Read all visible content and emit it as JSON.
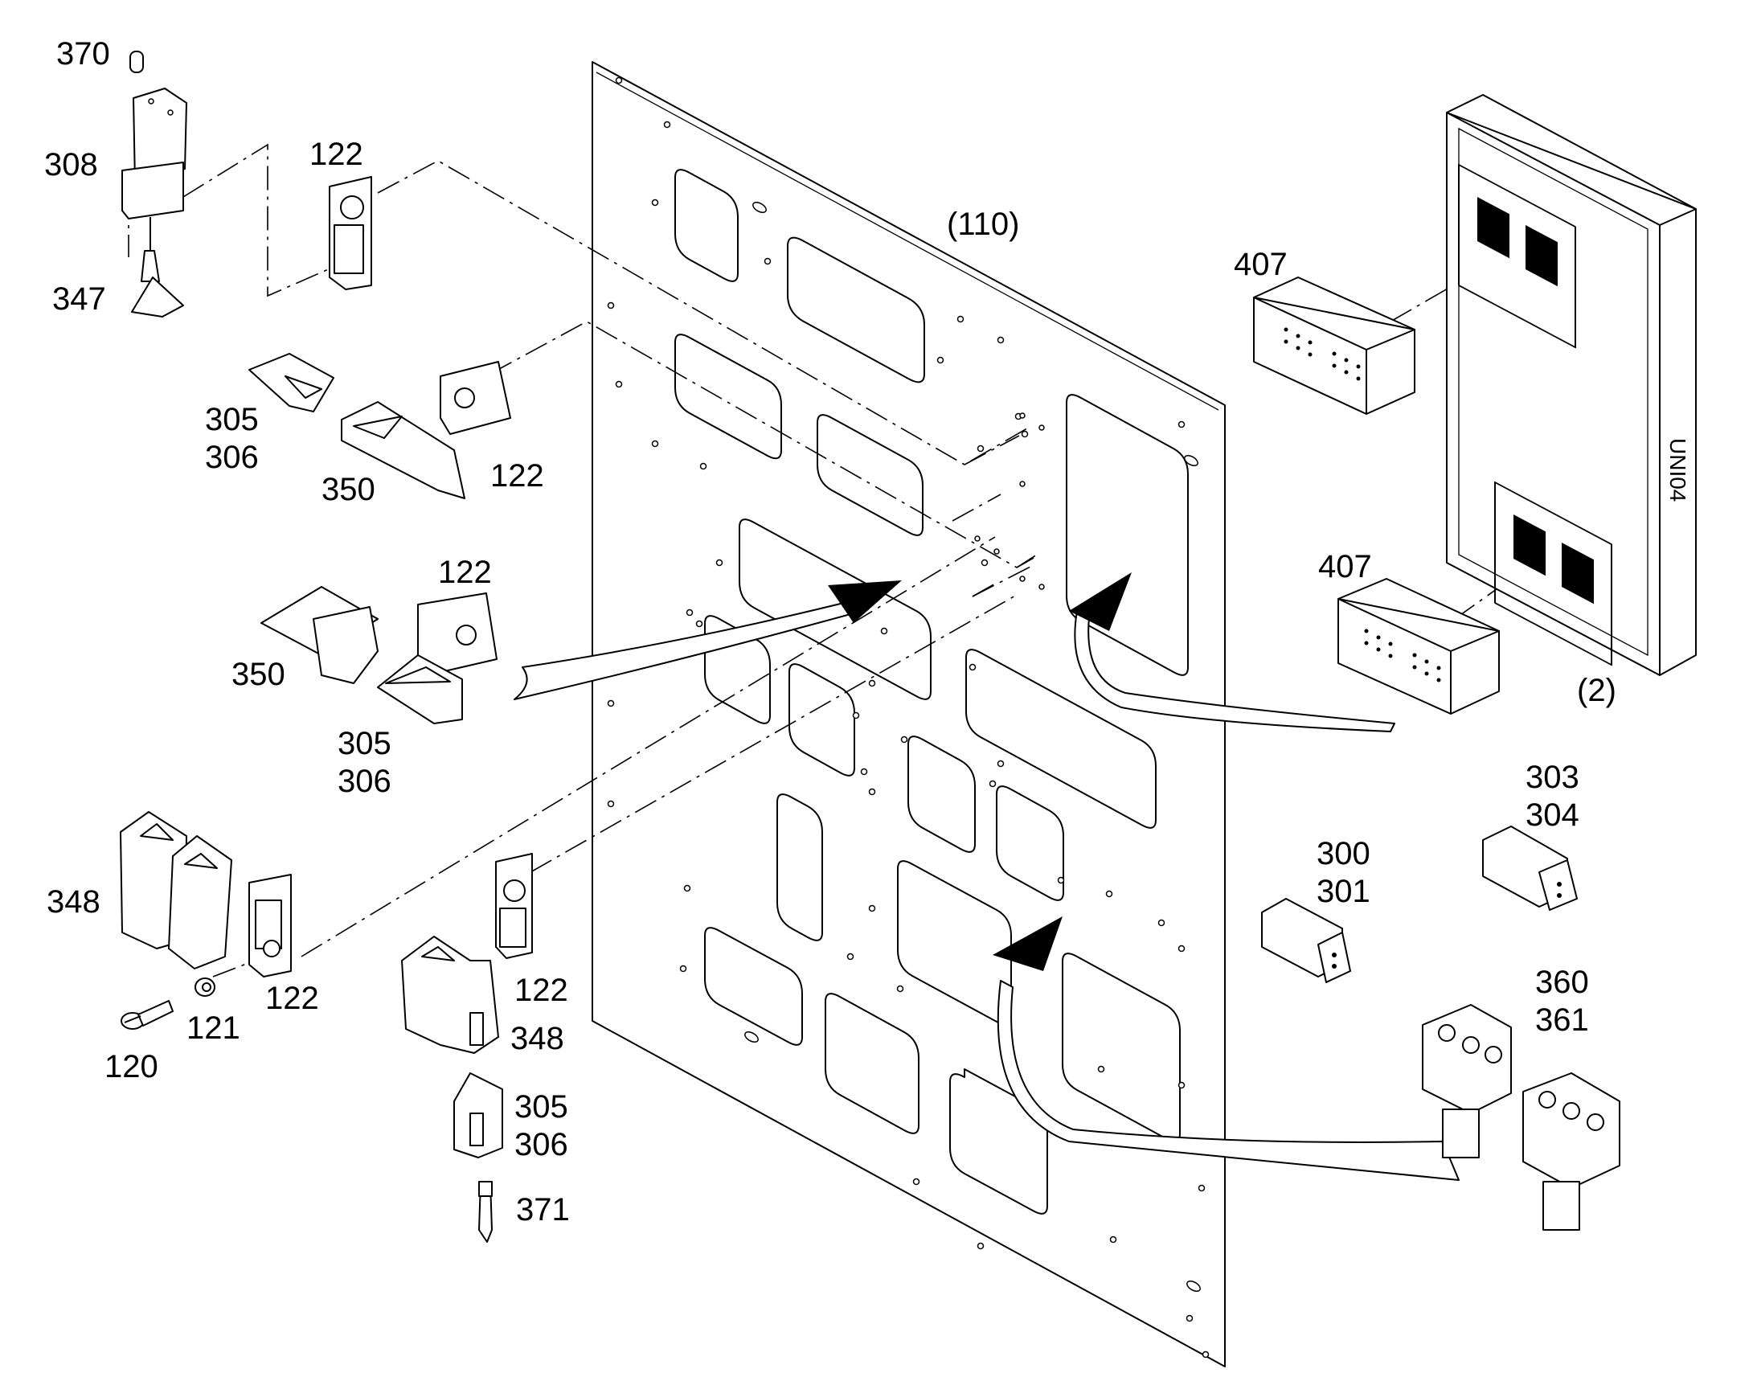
{
  "diagram": {
    "assembly_labels": {
      "panel": "(110)",
      "module": "(2)"
    },
    "module_marking": "UNI04",
    "part_numbers": {
      "p370": "370",
      "p308": "308",
      "p347": "347",
      "p122_a": "122",
      "p122_b": "122",
      "p122_c": "122",
      "p122_d": "122",
      "p122_e": "122",
      "p305_a": "305",
      "p306_a": "306",
      "p350_a": "350",
      "p350_b": "350",
      "p305_b": "305",
      "p306_b": "306",
      "p348_a": "348",
      "p348_b": "348",
      "p121": "121",
      "p120": "120",
      "p305_c": "305",
      "p306_c": "306",
      "p371": "371",
      "p407_a": "407",
      "p407_b": "407",
      "p300": "300",
      "p301": "301",
      "p303": "303",
      "p304": "304",
      "p360": "360",
      "p361": "361"
    }
  }
}
